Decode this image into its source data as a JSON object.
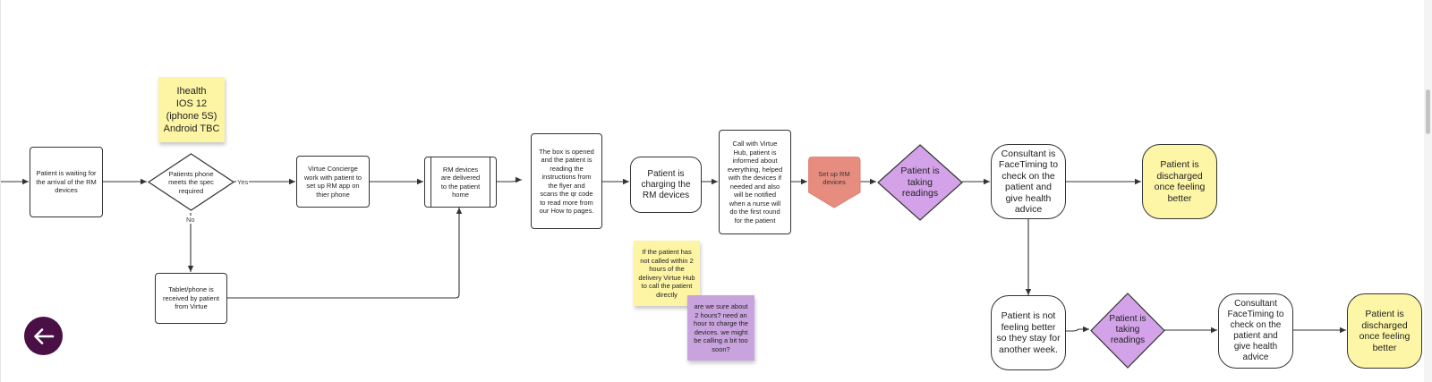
{
  "nodes": {
    "waiting": "Patient is waiting for the arrival of the RM devices",
    "spec_decision": "Patients phone meets the spec required",
    "concierge": "Virtue Concierge work with patient to set up RM app on thier phone",
    "tablet": "Tablet/phone is received by patient from Virtue",
    "delivered": "RM devices are delivered to the patient home",
    "box_opened": "The box is opened and the patient is reading the instructions from the flyer and scans the qr code to read more from our How to pages.",
    "charging": "Patient is charging the RM devices",
    "call_hub": "Call with Virtue Hub, patient is informed about everything, helped with the devices if needed and also will be notified when a nurse will do the first round for the patient",
    "setup_rm": "Set up RM devices",
    "readings_1": "Patient is taking readings",
    "consultant_1": "Consultant is FaceTiming to check on the patient and give health advice",
    "discharged_1": "Patient is discharged once feeling better",
    "not_better": "Patient is not feeling better so they stay for another week.",
    "readings_2": "Patient is taking readings",
    "consultant_2": "Consultant FaceTiming to check on the patient and give health advice",
    "discharged_2": "Patient is discharged once feeling better"
  },
  "edge_labels": {
    "yes": "Yes",
    "no": "No"
  },
  "stickies": {
    "device_spec": [
      "Ihealth",
      "IOS 12",
      "(iphone 5S)",
      "Android TBC"
    ],
    "call_note": "If the patient has not called within 2 hours of the delivery Virtue Hub to call the patient directly",
    "question_note": "are we sure about 2 hours? need an hour to charge the devices. we might be calling a bit too soon?"
  },
  "colors": {
    "decision_purple": "#d3a2e8",
    "terminal_yellow": "#fdf6a6",
    "setup_red": "#e78d80",
    "sticky_yellow": "#fdf5a4",
    "sticky_purple": "#c9a3de",
    "back_button": "#4a0f44"
  },
  "controls": {
    "back_icon": "arrow-left-icon"
  }
}
